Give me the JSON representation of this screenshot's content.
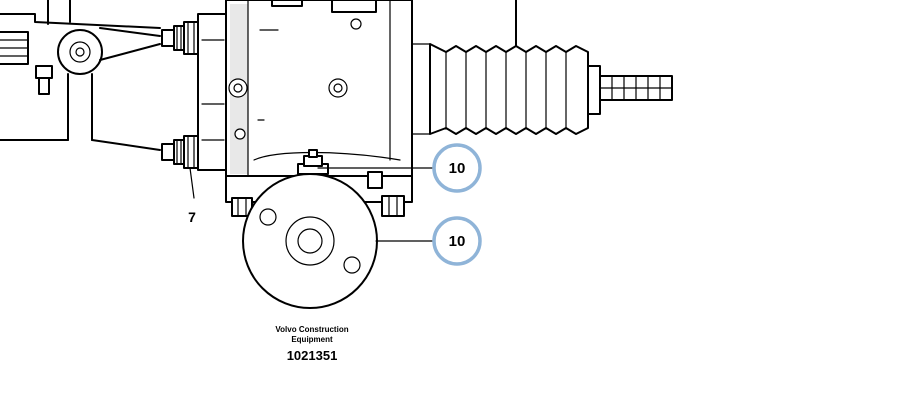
{
  "callouts": [
    {
      "id": "callout-10-top",
      "label": "10"
    },
    {
      "id": "callout-10-bottom",
      "label": "10"
    }
  ],
  "labels": {
    "part_7": "7"
  },
  "credit": {
    "manufacturer_line1": "Volvo Construction",
    "manufacturer_line2": "Equipment",
    "drawing_number": "1021351"
  },
  "colors": {
    "callout_ring": "#8fb4d8",
    "line": "#000000",
    "background": "#ffffff"
  }
}
